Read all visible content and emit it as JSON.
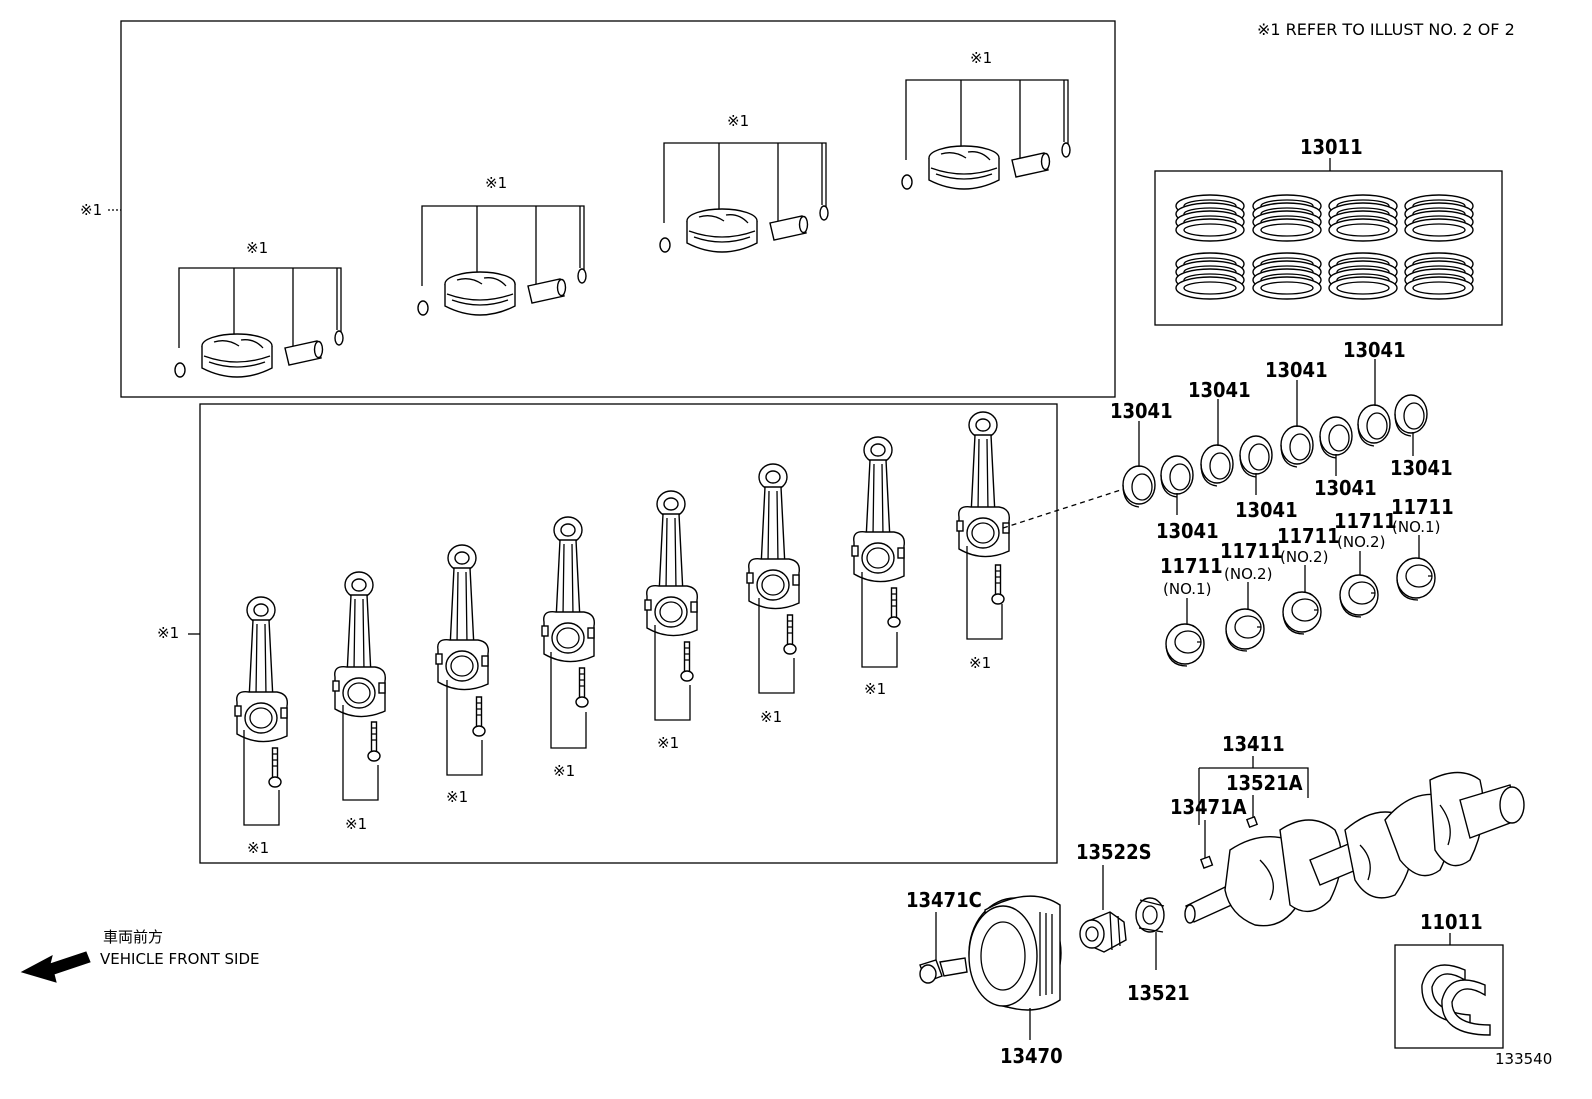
{
  "header": {
    "refer_note": "※1  REFER TO ILLUST NO. 2 OF 2"
  },
  "marker": "※1",
  "parts": {
    "p13011": "13011",
    "p13041": "13041",
    "p11711": "11711",
    "no1": "(NO.1)",
    "no2": "(NO.2)",
    "p13411": "13411",
    "p13521A": "13521A",
    "p13471A": "13471A",
    "p13522S": "13522S",
    "p13471C": "13471C",
    "p13521": "13521",
    "p13470": "13470",
    "p11011": "11011"
  },
  "direction": {
    "jp": "車両前方",
    "en": "VEHICLE FRONT SIDE"
  },
  "illustration_number": "133540"
}
